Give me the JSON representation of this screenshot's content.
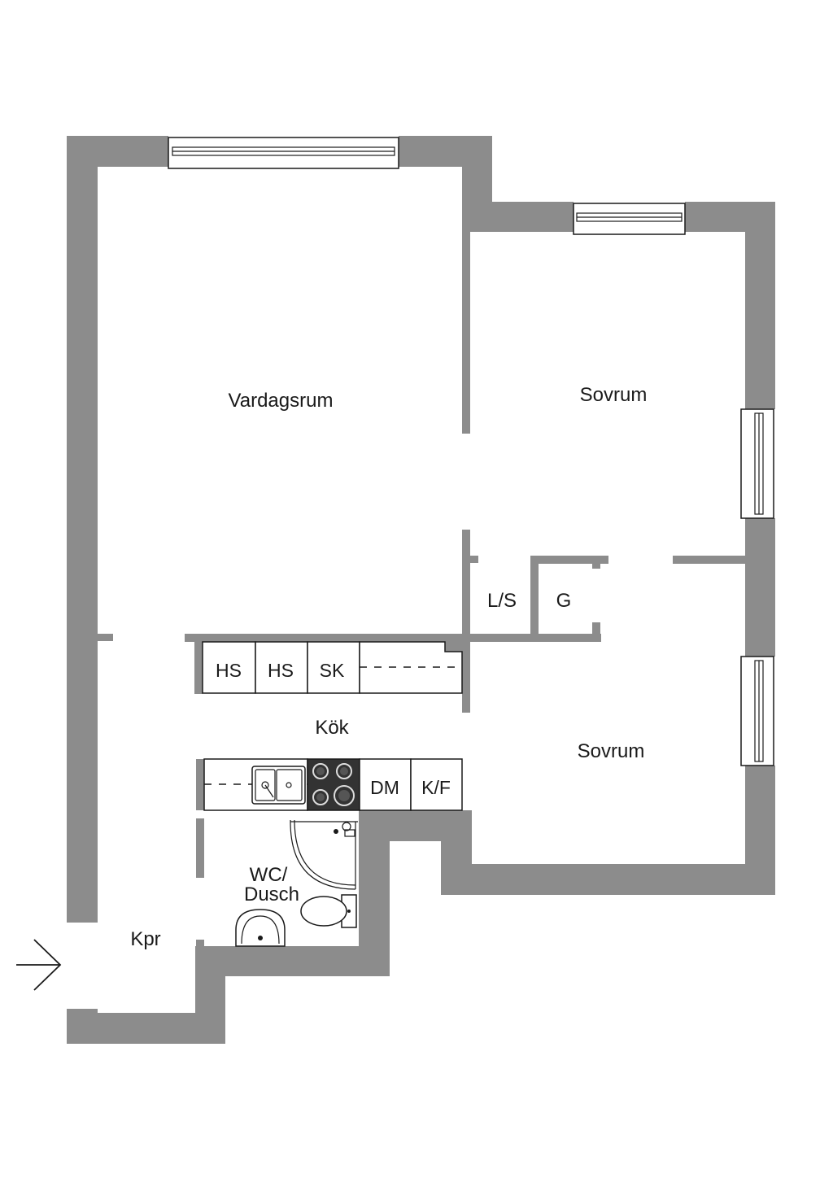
{
  "rooms": {
    "vardagsrum": "Vardagsrum",
    "sovrum_1": "Sovrum",
    "sovrum_2": "Sovrum",
    "kok": "Kök",
    "wc_line1": "WC/",
    "wc_line2": "Dusch",
    "kpr": "Kpr",
    "ls": "L/S",
    "g": "G"
  },
  "fixtures": {
    "hs_1": "HS",
    "hs_2": "HS",
    "sk": "SK",
    "dm": "DM",
    "kf": "K/F"
  },
  "colors": {
    "wall": "#8c8c8c",
    "line": "#1a1a1a",
    "background": "#ffffff"
  }
}
